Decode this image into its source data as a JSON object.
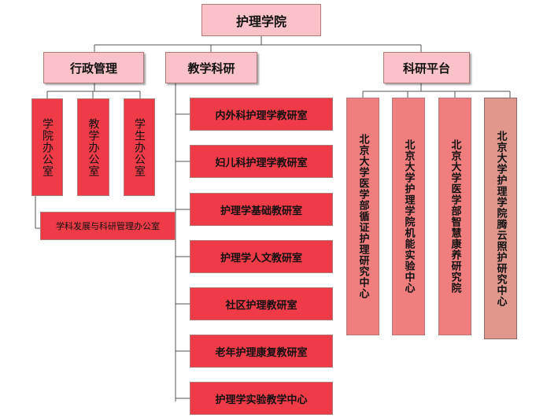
{
  "root": "护理学院",
  "level1": [
    "行政管理",
    "教学科研",
    "科研平台"
  ],
  "admin_offices": [
    "学院办公室",
    "教学办公室",
    "学生办公室"
  ],
  "discipline_office": "学科发展与科研管理办公室",
  "teaching_units": [
    "内外科护理学教研室",
    "妇儿科护理学教研室",
    "护理学基础教研室",
    "护理学人文教研室",
    "社区护理教研室",
    "老年护理康复教研室",
    "护理学实验教学中心"
  ],
  "research_centers": [
    "北京大学医学部循证护理研究中心",
    "北京大学护理学院机能实验中心",
    "北京大学医学部智慧康养研究院",
    "北京大学护理学院腾云照护研究中心"
  ],
  "colors": {
    "pink": "#f9c1c8",
    "red": "#ef3b47",
    "salmon": "#f07e7e",
    "dusty": "#e0978c"
  }
}
